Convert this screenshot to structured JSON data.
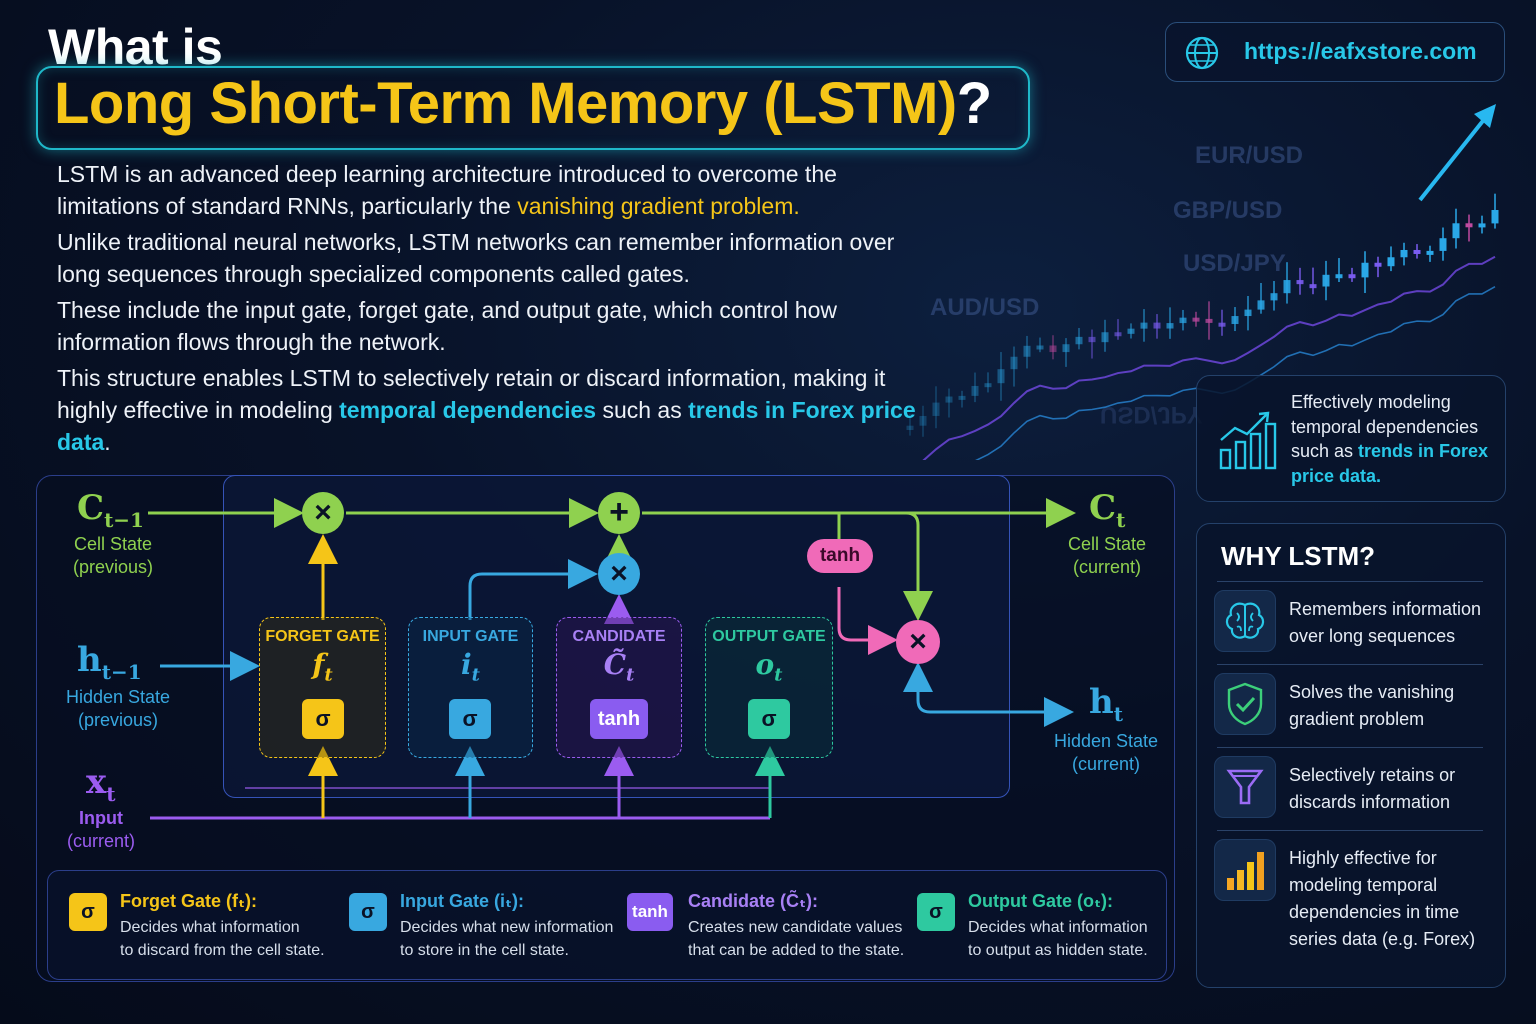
{
  "header": {
    "title_line1": "What is",
    "title_line2": "Long Short-Term Memory (LSTM)",
    "title_q": "?",
    "url": "https://eafxstore.com"
  },
  "intro": {
    "p1_a": "LSTM is an advanced deep learning architecture introduced to overcome the limitations of standard RNNs, particularly the ",
    "p1_hl": "vanishing gradient problem.",
    "p2": "Unlike traditional neural networks, LSTM networks can remember information over long sequences through specialized components called gates.",
    "p3": "These include the input gate, forget gate, and output gate, which control how information flows through the network.",
    "p4_a": "This structure enables LSTM to selectively retain or discard information, making it highly effective in modeling ",
    "p4_hl1": "temporal dependencies",
    "p4_b": " such as ",
    "p4_hl2": "trends in Forex price data",
    "p4_c": "."
  },
  "chart_bg": {
    "pairs": [
      "EUR/USD",
      "GBP/USD",
      "USD/JPY",
      "AUD/USD",
      "USD/JPY"
    ]
  },
  "effective_box": {
    "text_a": "Effectively modeling temporal dependencies such as ",
    "text_hl": "trends in Forex price data."
  },
  "why": {
    "title": "WHY LSTM?",
    "items": [
      {
        "text": "Remembers information over long sequences",
        "icon": "brain-icon"
      },
      {
        "text": "Solves the vanishing gradient problem",
        "icon": "shield-check-icon"
      },
      {
        "text": "Selectively retains or discards information",
        "icon": "filter-icon"
      },
      {
        "text": "Highly effective for modeling temporal dependencies in time series data (e.g. Forex)",
        "icon": "bar-chart-icon"
      }
    ]
  },
  "diagram": {
    "c_prev": {
      "sym": "C",
      "sub": "t−1",
      "l1": "Cell State",
      "l2": "(previous)"
    },
    "h_prev": {
      "sym": "h",
      "sub": "t−1",
      "l1": "Hidden State",
      "l2": "(previous)"
    },
    "x_t": {
      "sym": "x",
      "sub": "t",
      "l1": "Input",
      "l2": "(current)"
    },
    "c_t": {
      "sym": "C",
      "sub": "t",
      "l1": "Cell State",
      "l2": "(current)"
    },
    "h_t": {
      "sym": "h",
      "sub": "t",
      "l1": "Hidden State",
      "l2": "(current)"
    },
    "tanh_node": "tanh",
    "ops": {
      "multiply": "×",
      "add": "+"
    },
    "gates": [
      {
        "title": "FORGET GATE",
        "sym": "f",
        "sub": "t",
        "act": "σ",
        "color": "#f5c518"
      },
      {
        "title": "INPUT GATE",
        "sym": "i",
        "sub": "t",
        "act": "σ",
        "color": "#38a8e0"
      },
      {
        "title": "CANDIDATE",
        "sym": "C̃",
        "sub": "t",
        "act": "tanh",
        "color": "#8a5cf0"
      },
      {
        "title": "OUTPUT GATE",
        "sym": "o",
        "sub": "t",
        "act": "σ",
        "color": "#2ec9a0"
      }
    ]
  },
  "legend": [
    {
      "icon": "σ",
      "title": "Forget Gate (fₜ):",
      "d1": "Decides what information",
      "d2": "to discard from the cell state.",
      "color": "#f5c518"
    },
    {
      "icon": "σ",
      "title": "Input Gate (iₜ):",
      "d1": "Decides what new information",
      "d2": "to store in the cell state.",
      "color": "#38a8e0"
    },
    {
      "icon": "tanh",
      "title": "Candidate (C̃ₜ):",
      "d1": "Creates new candidate values",
      "d2": "that can be added to the state.",
      "color": "#8a5cf0"
    },
    {
      "icon": "σ",
      "title": "Output Gate (oₜ):",
      "d1": "Decides what information",
      "d2": "to output as hidden state.",
      "color": "#2ec9a0"
    }
  ],
  "colors": {
    "cell_line": "#8fd14f",
    "hidden_line": "#38a8e0",
    "input_line": "#9b5cf0",
    "forget_line": "#f5c518",
    "output_line": "#2ec9a0",
    "pink": "#f06ab8"
  }
}
